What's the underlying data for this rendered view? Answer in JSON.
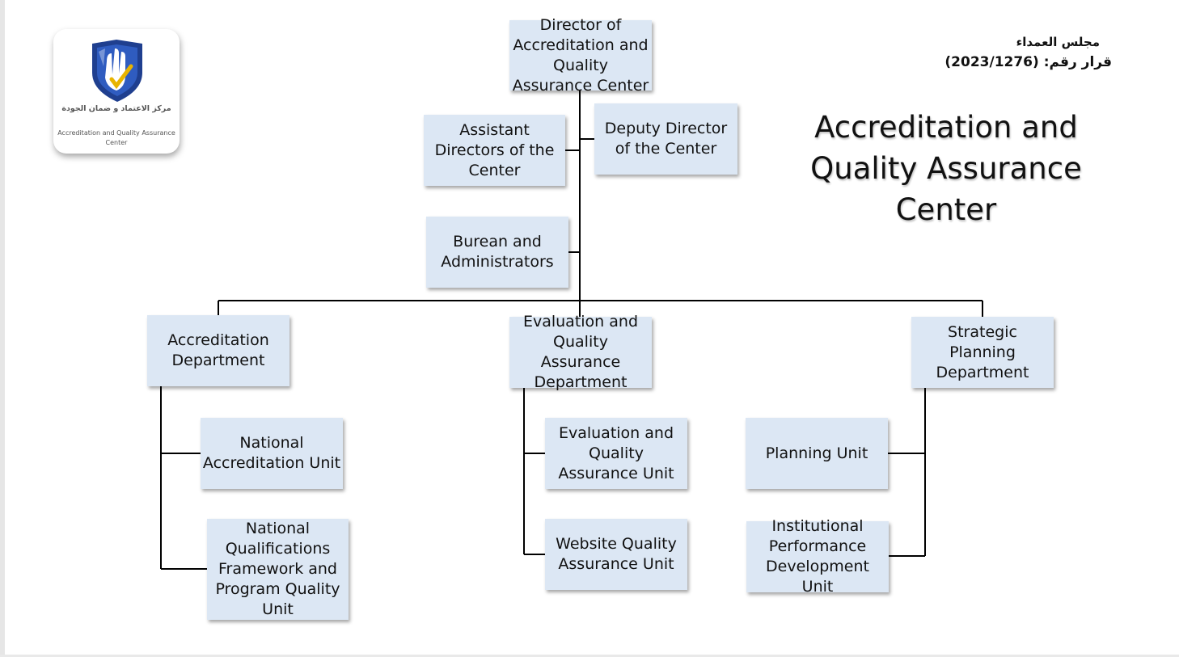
{
  "logo": {
    "arabic_name": "مركز الاعتماد و ضمان الجودة",
    "english_name": "Accreditation and Quality Assurance Center",
    "icon": "shield-hand-check-icon"
  },
  "header": {
    "arabic_line1": "مجلس العمداء",
    "arabic_line2": "قرار رقم: (2023/1276)"
  },
  "title": "Accreditation and Quality Assurance Center",
  "org": {
    "director": "Director of Accreditation and Quality Assurance Center",
    "assistant_directors": "Assistant Directors of the Center",
    "deputy_director": "Deputy Director of the Center",
    "bureau": "Burean and Administrators",
    "accreditation_dept": "Accreditation Department",
    "evaluation_dept": "Evaluation and Quality Assurance Department",
    "strategic_dept": "Strategic Planning Department",
    "national_accreditation_unit": "National Accreditation Unit",
    "nqf_unit": "National Qualifications Framework and Program Quality Unit",
    "evaluation_unit": "Evaluation and Quality Assurance Unit",
    "website_unit": "Website Quality Assurance Unit",
    "planning_unit": "Planning Unit",
    "performance_unit": "Institutional Performance Development Unit"
  },
  "colors": {
    "box_fill": "#dce7f4",
    "line": "#000000",
    "shield_blue": "#1f3f8f",
    "check_gold": "#e8b400"
  }
}
